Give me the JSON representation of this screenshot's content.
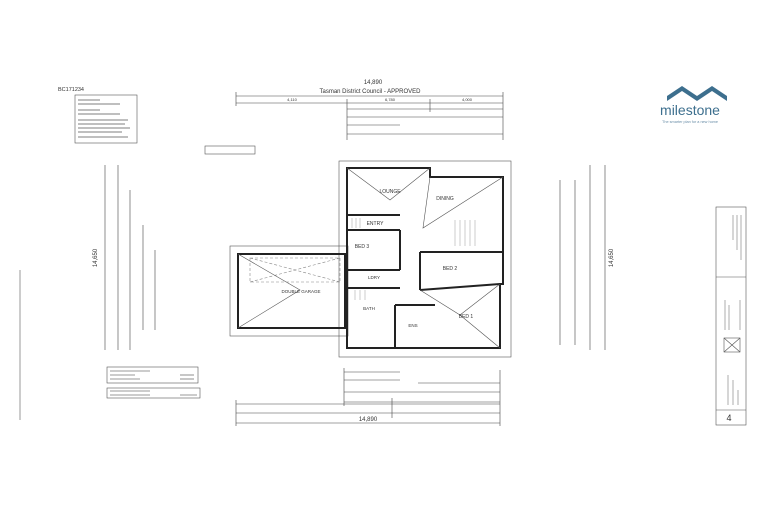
{
  "drawing": {
    "reference": "BC171234",
    "approval_stamp": "Tasman District Council - APPROVED",
    "overall_width": "14,890",
    "overall_depth": "14,650",
    "top_dims": [
      "4,110",
      "6,780",
      "4,000"
    ],
    "page_number": "4"
  },
  "rooms": {
    "lounge": "LOUNGE",
    "dining": "DINING",
    "entry": "ENTRY",
    "bed3": "BED 3",
    "bed2": "BED 2",
    "bed1": "BED 1",
    "laundry": "LDRY",
    "bath": "BATH",
    "ensuite": "ENS",
    "garage": "DOUBLE GARAGE"
  },
  "logo": {
    "name": "milestone",
    "tagline": "The smarter plan for a new home",
    "color": "#3d6f8e"
  }
}
